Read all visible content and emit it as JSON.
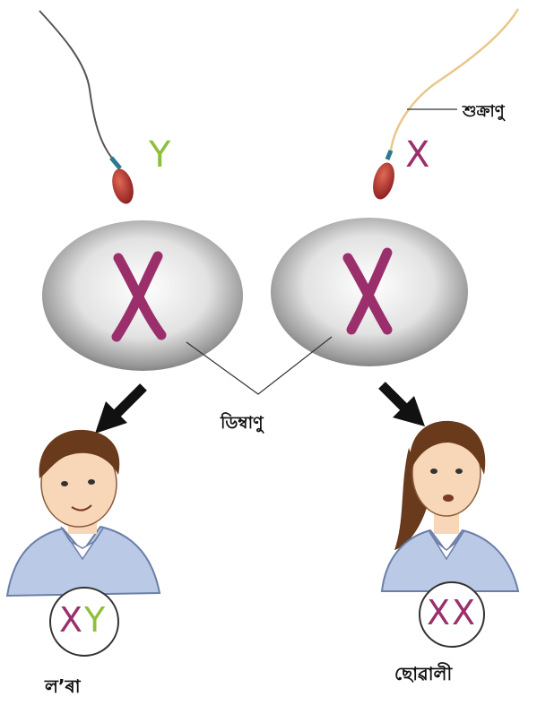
{
  "labels": {
    "sperm": "শুক্ৰাণু",
    "ovum": "ডিম্বাণু",
    "boy": "ল’ৰা",
    "girl": "ছোৱালী"
  },
  "chromosomes": {
    "sperm_left": "Y",
    "sperm_right": "X",
    "egg_left": "X",
    "egg_right": "X",
    "boy": [
      "X",
      "Y"
    ],
    "girl": [
      "X",
      "X"
    ]
  },
  "colors": {
    "x_chromosome": "#9b2f6b",
    "y_chromosome": "#8fbf3a",
    "sperm_head": "#b3262b",
    "shirt": "#b9c9e6",
    "hair": "#6a3a1c",
    "skin": "#f7d7b8"
  }
}
